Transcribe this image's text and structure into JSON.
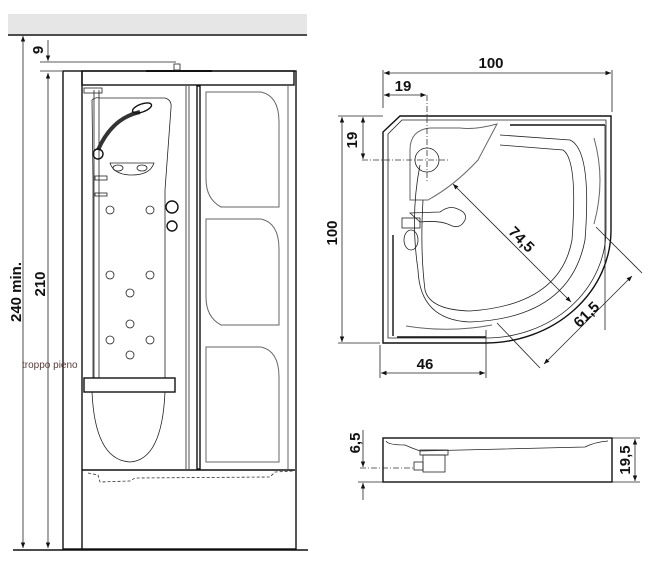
{
  "elevation": {
    "dim_overall": "240 min.",
    "dim_height": "210",
    "dim_top": "9",
    "note": "troppo pieno"
  },
  "plan": {
    "dim_width": "100",
    "dim_depth": "100",
    "dim_drain_x": "19",
    "dim_drain_y": "19",
    "dim_door": "46",
    "dim_diagonal": "74,5",
    "dim_opening": "61,5"
  },
  "section": {
    "dim_drain_height": "6,5",
    "dim_tray_height": "19,5"
  }
}
